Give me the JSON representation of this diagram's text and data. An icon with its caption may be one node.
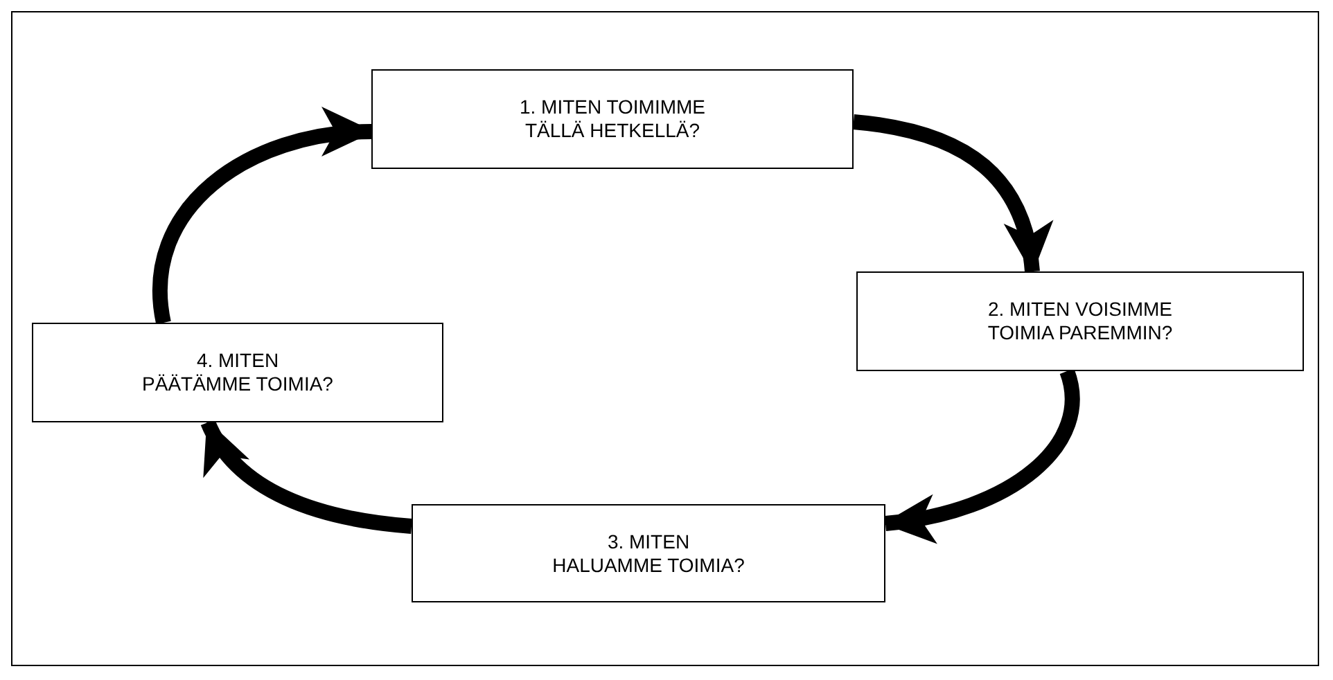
{
  "diagram": {
    "nodes": [
      {
        "text": [
          "1. MITEN TOIMIMME TÄLLÄ HETKELLÄ?"
        ]
      },
      {
        "text": [
          "2. MITEN VOISIMME TOIMIA PAREMMIN?"
        ]
      },
      {
        "text": [
          "3. MITEN HALUAMME TOIMIA?"
        ]
      },
      {
        "text": [
          "4. MITEN PÄÄTÄMME TOIMIA?"
        ]
      }
    ],
    "edges": [
      {
        "from": 0,
        "to": 1,
        "arrow": "to"
      },
      {
        "from": 1,
        "to": 2,
        "arrow": "to"
      },
      {
        "from": 2,
        "to": 3,
        "arrow": "to"
      },
      {
        "from": 3,
        "to": 0,
        "arrow": "to"
      }
    ]
  }
}
